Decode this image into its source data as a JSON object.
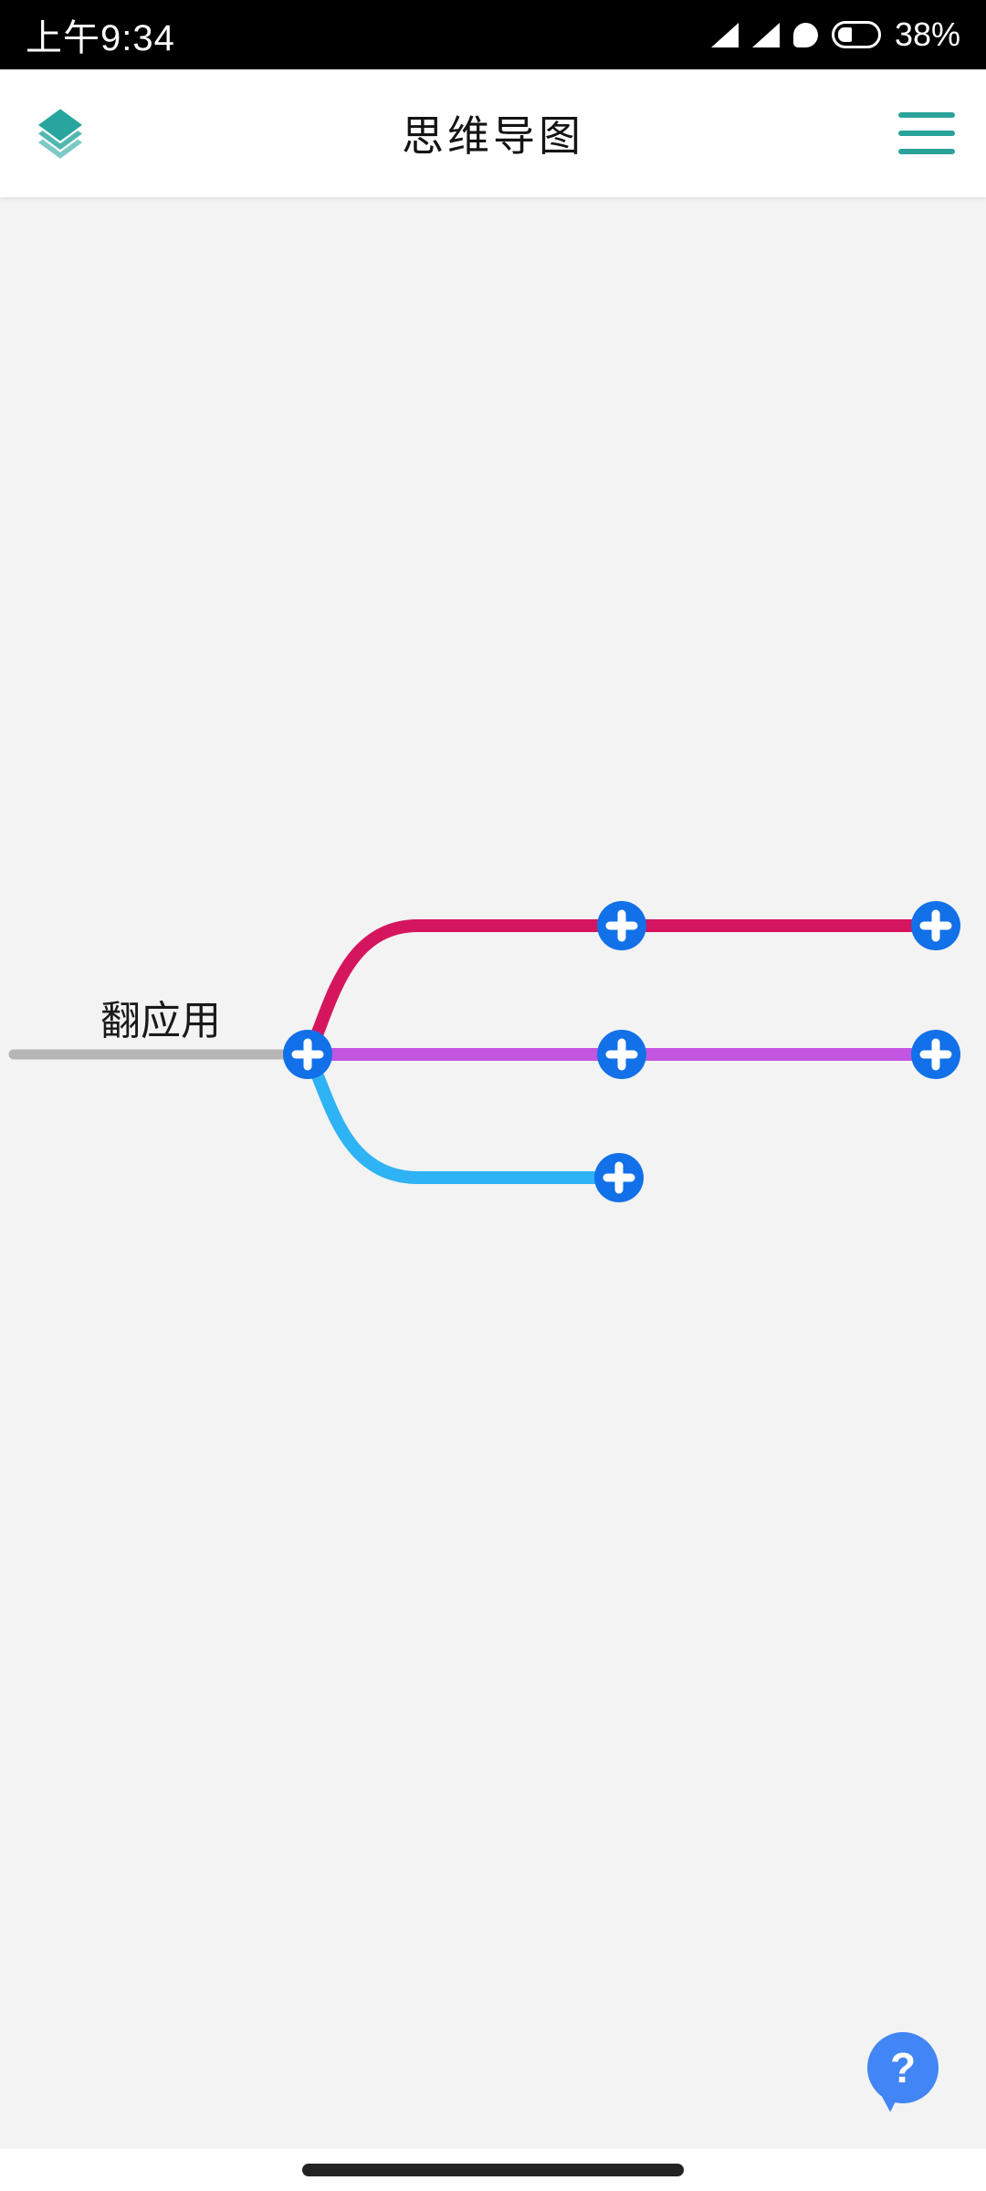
{
  "status_bar": {
    "time": "上午9:34",
    "battery": "38%"
  },
  "header": {
    "title": "思维导图"
  },
  "mindmap": {
    "root": {
      "label": "翻应用"
    },
    "colors": {
      "root_line": "#b5b5b5",
      "branch_top": "#d6155f",
      "branch_middle": "#c356e0",
      "branch_bottom": "#2eb3f4",
      "add_button": "#1270e8",
      "add_glyph": "#ffffff"
    }
  },
  "fab": {
    "label": "?",
    "color": "#4285f4"
  }
}
